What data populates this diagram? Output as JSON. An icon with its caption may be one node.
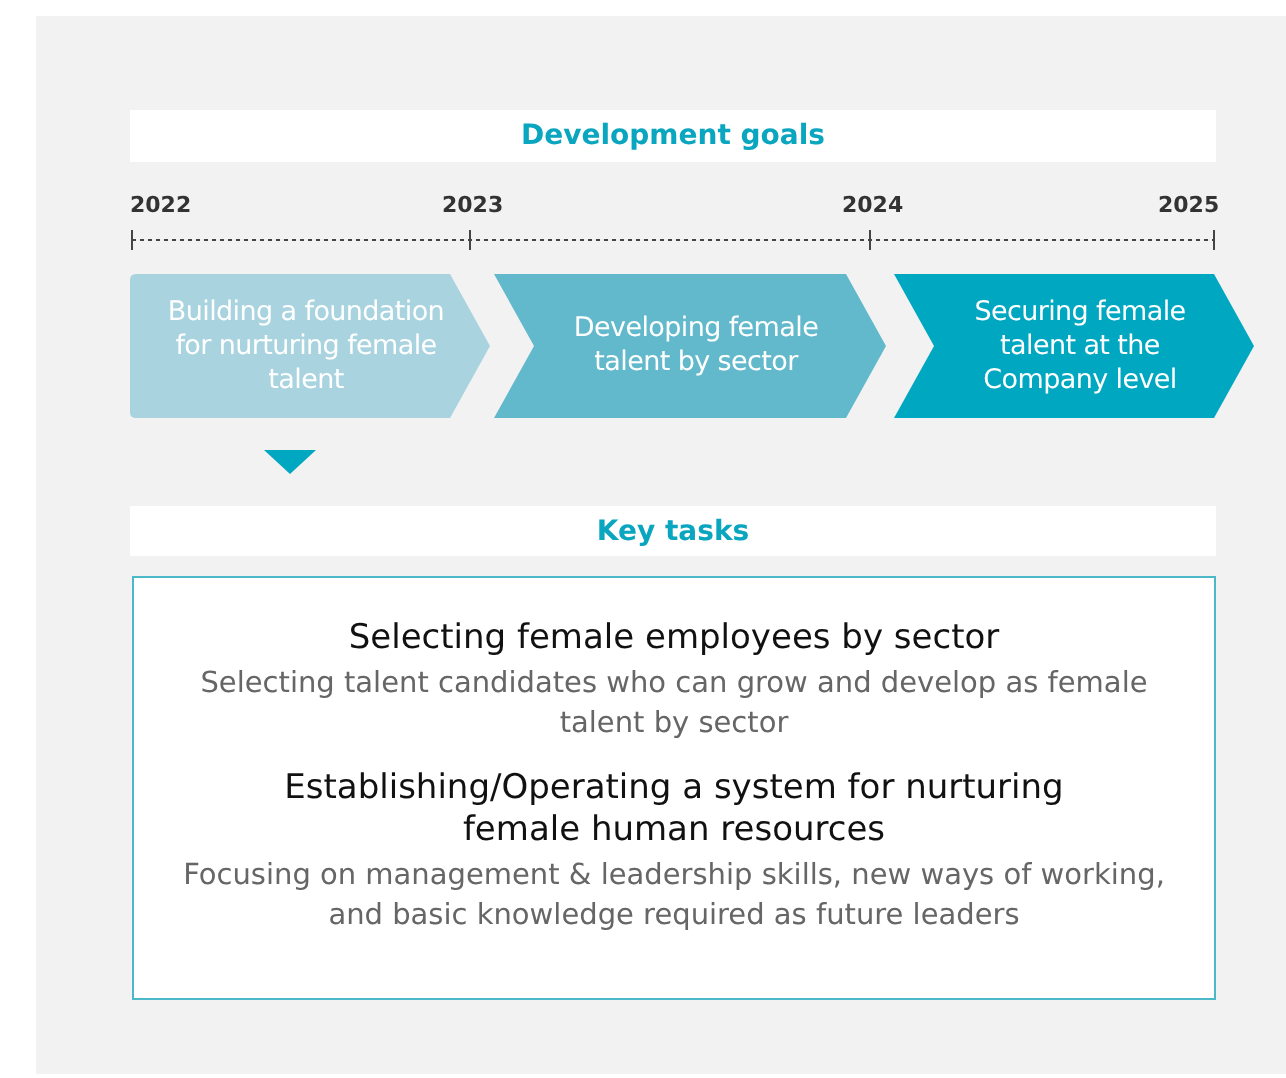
{
  "diagram": {
    "nodes": [
      {
        "text": [
          "Development goals"
        ]
      },
      {
        "text": [
          "Building a foundation for nurturing female talent"
        ]
      },
      {
        "text": [
          "Developing female talent by sector"
        ]
      },
      {
        "text": [
          "Securing female talent at the Company level"
        ]
      },
      {
        "text": [],
        "shape": "triangle"
      },
      {
        "text": [
          "Key tasks"
        ]
      },
      {
        "text": [
          "Selecting female employees by sector",
          "Selecting talent candidates who can grow and develop as female talent by sector",
          "Establishing/Operating a system for nurturing female human resources",
          "Focusing on management & leadership skills, new ways of working, and basic knowledge required as future leaders"
        ]
      }
    ],
    "labels": [
      "2022",
      "2023",
      "2024",
      "2025"
    ]
  }
}
